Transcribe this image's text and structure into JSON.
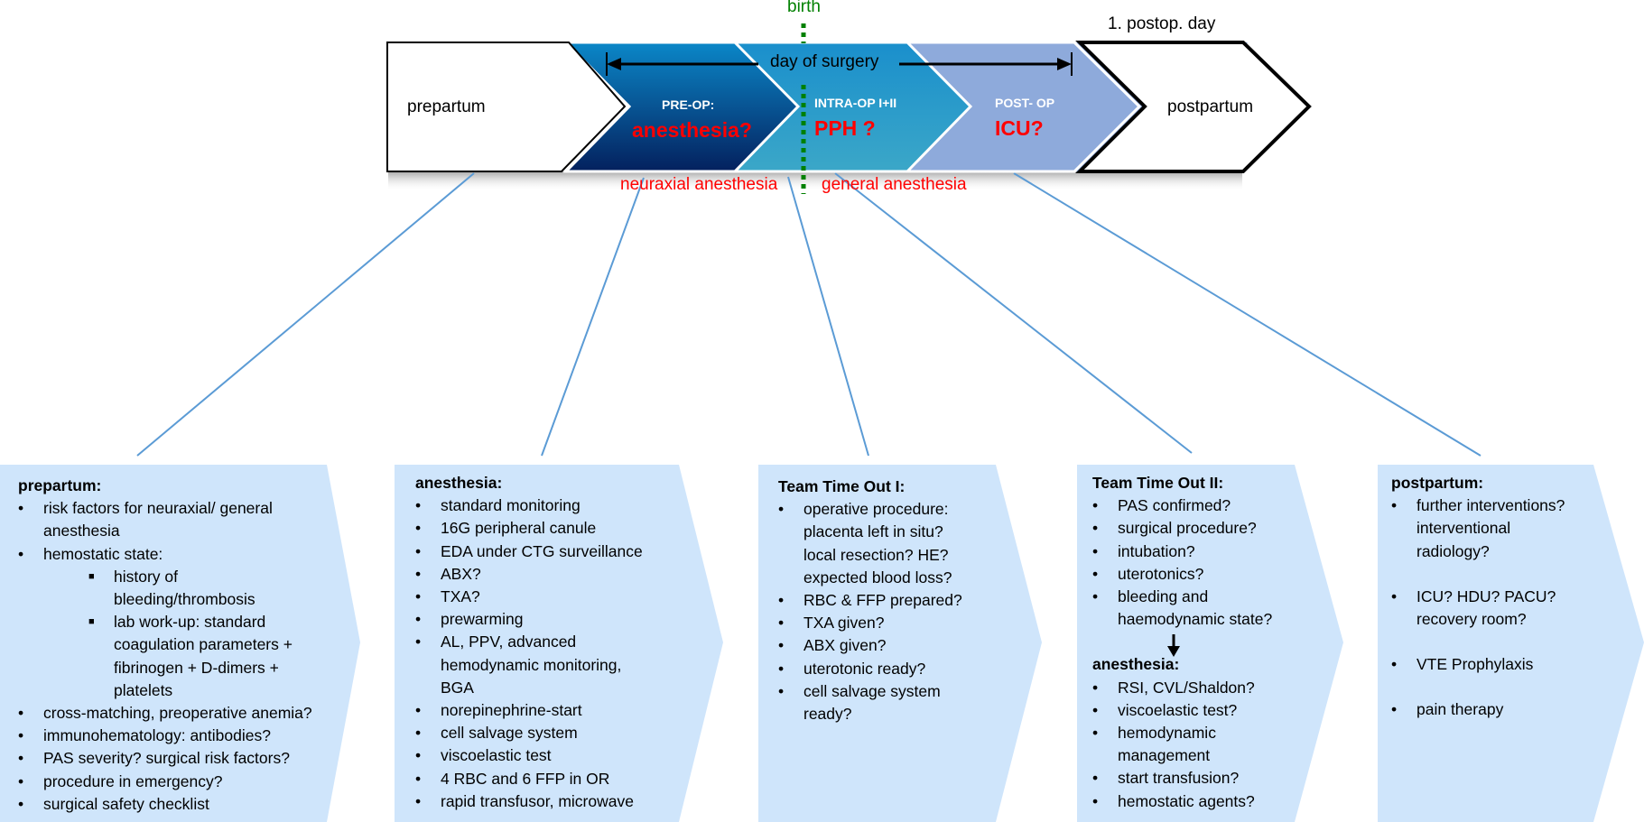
{
  "timeline": {
    "top_labels": {
      "birth": "birth",
      "first_postop_day": "1. postop. day"
    },
    "day_of_surgery": "day of surgery",
    "stages": [
      {
        "id": "prepartum",
        "label": "prepartum",
        "fill": "#ffffff"
      },
      {
        "id": "pre-op",
        "title": "PRE-OP:",
        "question": "anesthesia?",
        "fill_top": "#0b87c8",
        "fill_bottom": "#04215e"
      },
      {
        "id": "intra-op",
        "title": "INTRA-OP I+II",
        "question": "PPH ?",
        "fill_top": "#1a8fcc",
        "fill_bottom": "#3ba7c8"
      },
      {
        "id": "post-op",
        "title": "POST- OP",
        "question": "ICU?",
        "fill": "#8eaadb"
      },
      {
        "id": "postpartum",
        "label": "postpartum",
        "fill": "#ffffff"
      }
    ],
    "anesthesia_types": {
      "neuraxial": "neuraxial anesthesia",
      "general": "general anesthesia"
    },
    "colors": {
      "birth_line": "#008000",
      "question_red": "#ff0000",
      "connector": "#5b9bd5",
      "box_fill": "#cfe5fb"
    }
  },
  "boxes": [
    {
      "heading": "prepartum:",
      "items": [
        {
          "text": "risk factors for neuraxial/ general",
          "cont": [
            "anesthesia"
          ]
        },
        {
          "text": "hemostatic state:"
        },
        {
          "text": "history of",
          "cont": [
            "bleeding/thrombosis"
          ],
          "level": 2
        },
        {
          "text": "lab work-up: standard",
          "cont": [
            "coagulation parameters +",
            "fibrinogen + D-dimers +",
            "platelets"
          ],
          "level": 2
        },
        {
          "text": "cross-matching, preoperative anemia?"
        },
        {
          "text": "immunohematology: antibodies?"
        },
        {
          "text": "PAS severity? surgical risk factors?"
        },
        {
          "text": "procedure in emergency?"
        },
        {
          "text": "surgical safety checklist"
        }
      ]
    },
    {
      "heading": "anesthesia:",
      "items": [
        {
          "text": "standard monitoring"
        },
        {
          "text": "16G peripheral canule"
        },
        {
          "text": "EDA under CTG surveillance"
        },
        {
          "text": "ABX?"
        },
        {
          "text": "TXA?"
        },
        {
          "text": "prewarming"
        },
        {
          "text": "AL, PPV, advanced",
          "cont": [
            "hemodynamic monitoring,",
            "BGA"
          ]
        },
        {
          "text": "norepinephrine-start"
        },
        {
          "text": "cell salvage system"
        },
        {
          "text": "viscoelastic test"
        },
        {
          "text": "4 RBC and 6 FFP in OR"
        },
        {
          "text": "rapid transfusor, microwave"
        }
      ]
    },
    {
      "heading": "Team Time Out I:",
      "items": [
        {
          "text": "operative procedure:",
          "cont": [
            "placenta left in situ?",
            "local resection? HE?",
            "expected blood loss?"
          ]
        },
        {
          "text": "RBC & FFP prepared?"
        },
        {
          "text": "TXA given?"
        },
        {
          "text": "ABX given?"
        },
        {
          "text": "uterotonic ready?"
        },
        {
          "text": "cell salvage system",
          "cont": [
            "ready?"
          ]
        }
      ]
    },
    {
      "heading": "Team Time Out II:",
      "items": [
        {
          "text": "PAS confirmed?"
        },
        {
          "text": "surgical procedure?"
        },
        {
          "text": "intubation?"
        },
        {
          "text": "uterotonics?"
        },
        {
          "text": "bleeding and",
          "cont": [
            "haemodynamic state?"
          ]
        }
      ],
      "subheading": "anesthesia:",
      "sub_items": [
        {
          "text": "RSI, CVL/Shaldon?"
        },
        {
          "text": "viscoelastic test?"
        },
        {
          "text": "hemodynamic",
          "cont": [
            "management"
          ]
        },
        {
          "text": "start transfusion?"
        },
        {
          "text": "hemostatic agents?"
        }
      ]
    },
    {
      "heading": "postpartum:",
      "items": [
        {
          "text": "further interventions?",
          "cont": [
            "interventional",
            "radiology?"
          ]
        },
        {
          "text": "ICU? HDU? PACU?",
          "cont": [
            "recovery room?"
          ],
          "gap": true
        },
        {
          "text": "VTE Prophylaxis",
          "gap": true
        },
        {
          "text": "pain therapy",
          "gap": true
        }
      ]
    }
  ]
}
